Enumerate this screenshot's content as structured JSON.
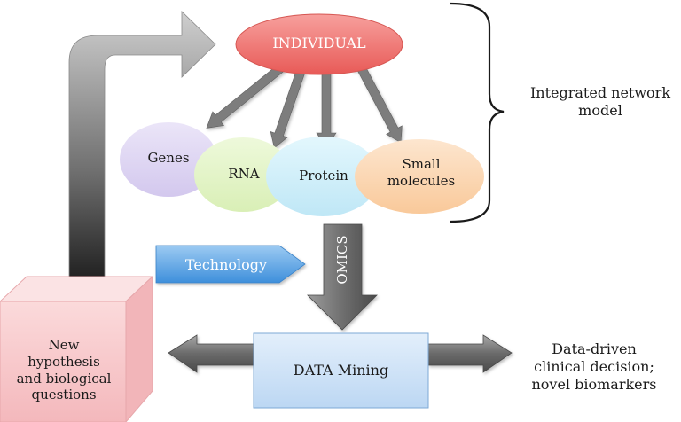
{
  "individual": "INDIVIDUAL",
  "omics_layers": {
    "genes": "Genes",
    "rna": "RNA",
    "protein": "Protein",
    "small_molecules_line1": "Small",
    "small_molecules_line2": "molecules"
  },
  "integrated_model_line1": "Integrated network",
  "integrated_model_line2": "model",
  "technology": "Technology",
  "omics": "OMICS",
  "data_mining": "DATA Mining",
  "hypothesis": [
    "New",
    "hypothesis",
    "and biological",
    "questions"
  ],
  "outcome": [
    "Data-driven",
    "clinical decision;",
    "novel biomarkers"
  ],
  "colors": {
    "individual": "#ef6f6c",
    "genes": "#dcd3f0",
    "rna": "#e2f2c6",
    "protein": "#cdeef9",
    "small_molecules": "#fbd8b6",
    "technology": "#5aa7e8",
    "data_mining": "#cfe4f8",
    "hypothesis_box": "#f7c9cc",
    "arrow_gray": "#7f7f7f"
  }
}
